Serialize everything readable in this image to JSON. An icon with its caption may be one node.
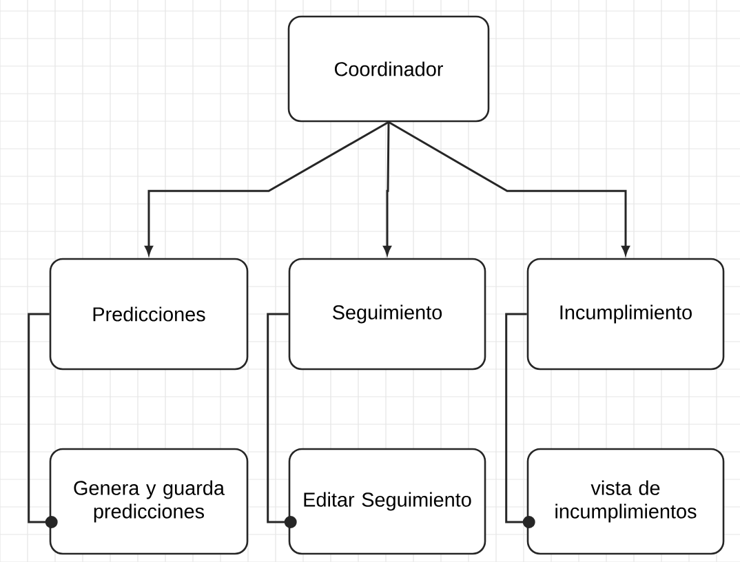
{
  "diagram": {
    "nodes": [
      {
        "text": [
          "Coordinador"
        ]
      },
      {
        "text": [
          "Predicciones"
        ]
      },
      {
        "text": [
          "Seguimiento"
        ]
      },
      {
        "text": [
          "Incumplimiento"
        ]
      },
      {
        "text": [
          "Genera y guarda predicciones"
        ]
      },
      {
        "text": [
          "Editar Seguimiento"
        ]
      },
      {
        "text": [
          "vista de incumplimientos"
        ]
      }
    ],
    "edges": [
      {
        "from": 0,
        "to": 1,
        "arrow": "to"
      },
      {
        "from": 0,
        "to": 2,
        "arrow": "to"
      },
      {
        "from": 0,
        "to": 3,
        "arrow": "to"
      },
      {
        "from": 1,
        "to": 4,
        "arrow": "other"
      },
      {
        "from": 2,
        "to": 5,
        "arrow": "other"
      },
      {
        "from": 3,
        "to": 6,
        "arrow": "other"
      }
    ]
  }
}
